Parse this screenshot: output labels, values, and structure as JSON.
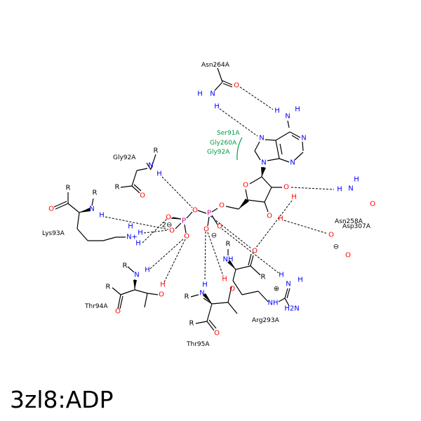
{
  "title": "3zl8:ADP",
  "atoms": {
    "O": "O",
    "N": "N",
    "H": "H",
    "R": "R",
    "P": "P",
    "NH": "NH",
    "H2N": "H2N",
    "NPLUS": "N+",
    "CHG2": "2⊖",
    "CHG1": "⊖",
    "PLUS": "⊕"
  },
  "residues": {
    "asn264": "Asn264A",
    "gly92": "Gly92A",
    "lys93": "Lys93A",
    "thr94": "Thr94A",
    "thr95": "Thr95A",
    "arg293": "Arg293A",
    "asn258": "Asn258A",
    "asp307": "Asp307A"
  },
  "hydrophobic": {
    "ser91": "Ser91A",
    "gly260": "Gly260A",
    "gly92": "Gly92A"
  },
  "colors": {
    "O": "#ff0000",
    "N": "#0000ff",
    "P": "#cc0099",
    "C": "#000000",
    "hydrophobic": "#009944"
  }
}
